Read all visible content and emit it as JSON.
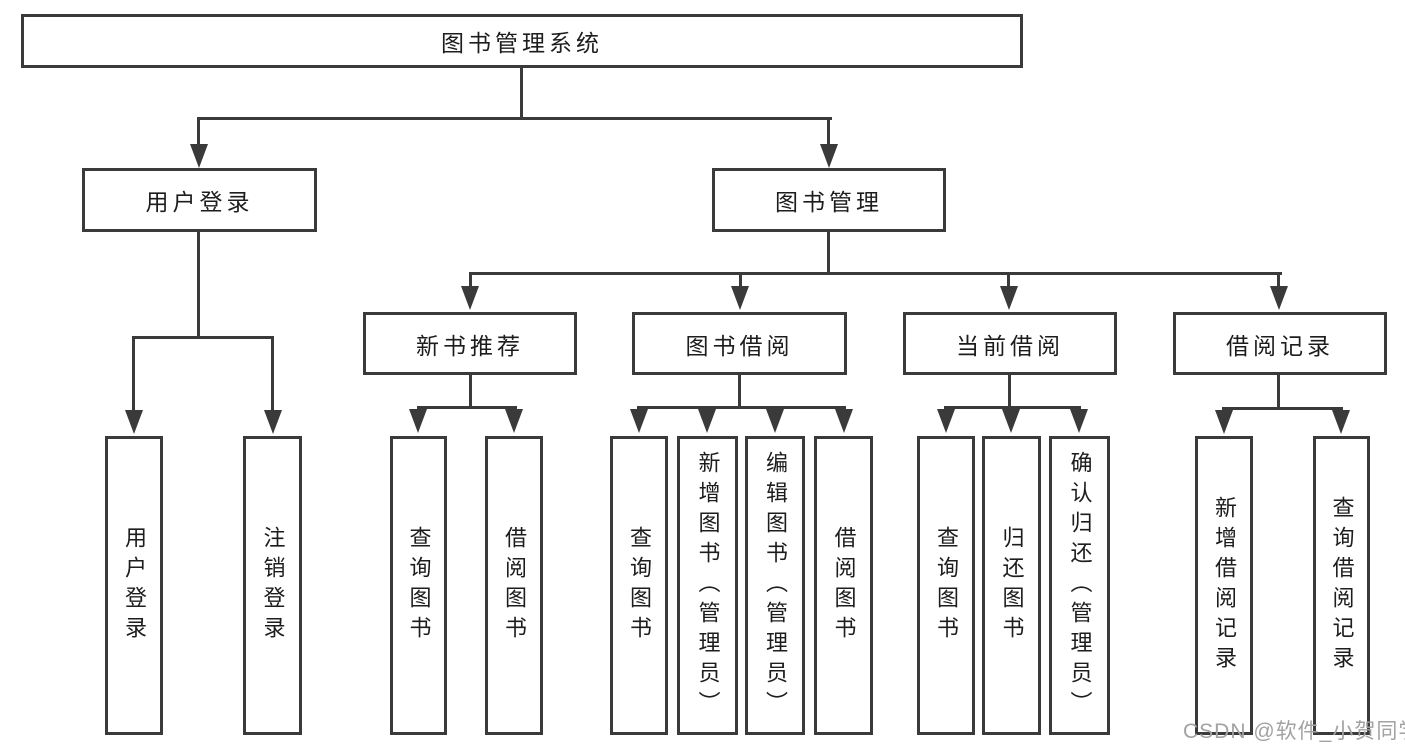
{
  "diagram": {
    "root": {
      "label": "图书管理系统"
    },
    "user_login": {
      "label": "用户登录",
      "children": [
        {
          "label": "用户登录"
        },
        {
          "label": "注销登录"
        }
      ]
    },
    "book_mgmt": {
      "label": "图书管理",
      "children": [
        {
          "label": "新书推荐",
          "children": [
            {
              "label": "查询图书"
            },
            {
              "label": "借阅图书"
            }
          ]
        },
        {
          "label": "图书借阅",
          "children": [
            {
              "label": "查询图书"
            },
            {
              "label": "新增图书（管理员）"
            },
            {
              "label": "编辑图书（管理员）"
            },
            {
              "label": "借阅图书"
            }
          ]
        },
        {
          "label": "当前借阅",
          "children": [
            {
              "label": "查询图书"
            },
            {
              "label": "归还图书"
            },
            {
              "label": "确认归还（管理员）"
            }
          ]
        },
        {
          "label": "借阅记录",
          "children": [
            {
              "label": "新增借阅记录"
            },
            {
              "label": "查询借阅记录"
            }
          ]
        }
      ]
    }
  },
  "watermark": {
    "text": "CSDN @软件_小贺同学"
  },
  "colors": {
    "line": "#3a3a3a",
    "text": "#1d1d1d",
    "watermark": "#a2a2a2",
    "background": "#ffffff"
  }
}
